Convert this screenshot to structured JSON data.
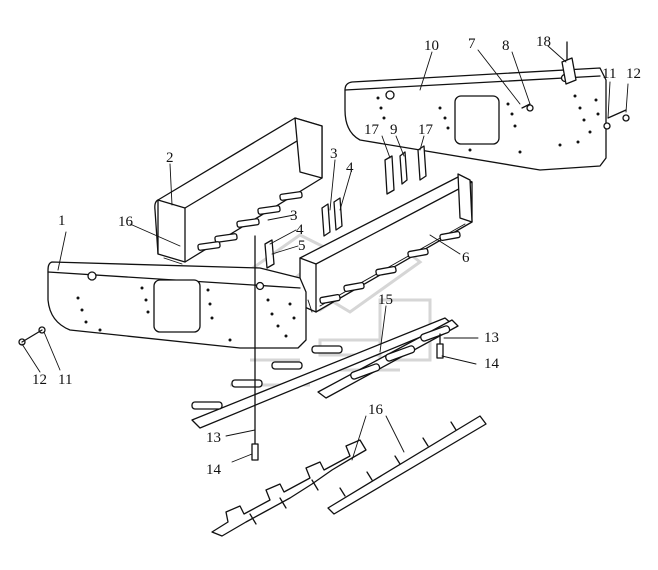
{
  "callouts": [
    {
      "id": "c1",
      "text": "1"
    },
    {
      "id": "c2",
      "text": "2"
    },
    {
      "id": "c3a",
      "text": "3"
    },
    {
      "id": "c3b",
      "text": "3"
    },
    {
      "id": "c4a",
      "text": "4"
    },
    {
      "id": "c4b",
      "text": "4"
    },
    {
      "id": "c5",
      "text": "5"
    },
    {
      "id": "c6",
      "text": "6"
    },
    {
      "id": "c7",
      "text": "7"
    },
    {
      "id": "c8",
      "text": "8"
    },
    {
      "id": "c9",
      "text": "9"
    },
    {
      "id": "c10",
      "text": "10"
    },
    {
      "id": "c11a",
      "text": "11"
    },
    {
      "id": "c11b",
      "text": "11"
    },
    {
      "id": "c12a",
      "text": "12"
    },
    {
      "id": "c12b",
      "text": "12"
    },
    {
      "id": "c13a",
      "text": "13"
    },
    {
      "id": "c13b",
      "text": "13"
    },
    {
      "id": "c14a",
      "text": "14"
    },
    {
      "id": "c14b",
      "text": "14"
    },
    {
      "id": "c15",
      "text": "15"
    },
    {
      "id": "c16a",
      "text": "16"
    },
    {
      "id": "c16b",
      "text": "16"
    },
    {
      "id": "c17a",
      "text": "17"
    },
    {
      "id": "c17b",
      "text": "17"
    },
    {
      "id": "c18",
      "text": "18"
    }
  ],
  "colors": {
    "line": "#111111",
    "watermark": "#d6d6d6",
    "background": "#ffffff"
  }
}
